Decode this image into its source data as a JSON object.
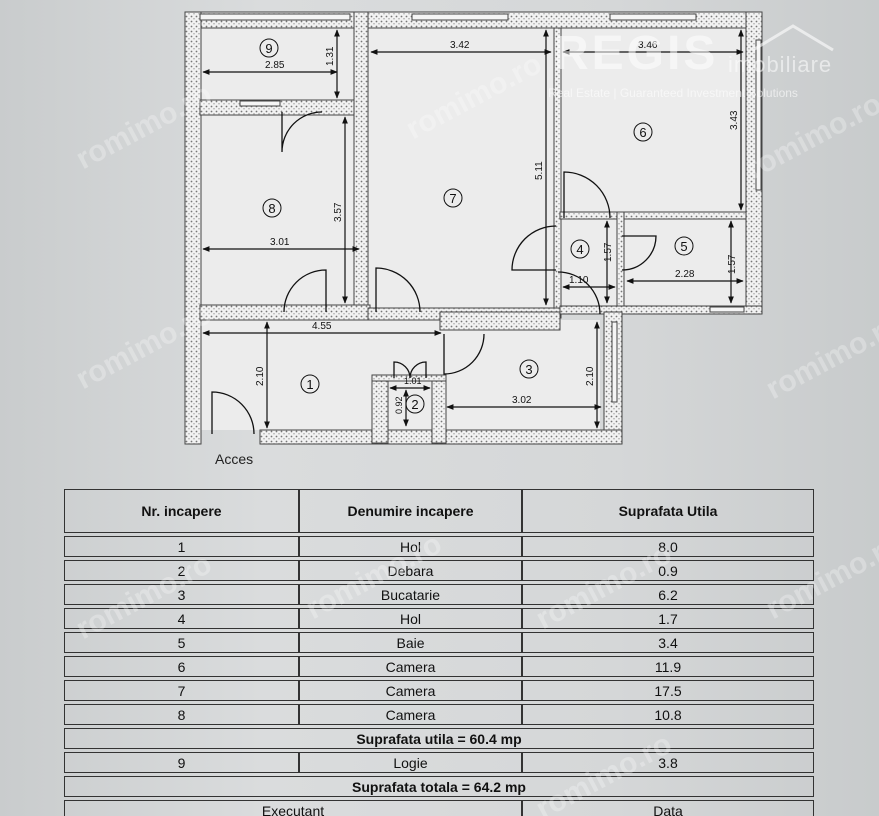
{
  "logo": {
    "brand": "REGIS",
    "subtitle": "imobiliare",
    "tagline": "Real Estate | Guaranteed Investment Solutions"
  },
  "watermark": "romimo.ro",
  "plan": {
    "entrance_label": "Acces",
    "room_numbers": [
      "1",
      "2",
      "3",
      "4",
      "5",
      "6",
      "7",
      "8",
      "9"
    ],
    "dimensions": {
      "r9_w": "2.85",
      "r9_h": "1.31",
      "r7_w": "3.42",
      "r7_h": "5.11",
      "r6_w": "3.46",
      "r6_h": "3.43",
      "r8_w": "3.01",
      "r8_h": "3.57",
      "r4_h": "1.57",
      "r4_w": "1.10",
      "r5_w": "2.28",
      "r5_h": "1.57",
      "r1_w": "4.55",
      "r1_h": "2.10",
      "r2_w": "1.01",
      "r2_h": "0.92",
      "r3_w": "3.02",
      "r3_h": "2.10"
    }
  },
  "table": {
    "headers": [
      "Nr. incapere",
      "Denumire incapere",
      "Suprafata Utila"
    ],
    "rows": [
      [
        "1",
        "Hol",
        "8.0"
      ],
      [
        "2",
        "Debara",
        "0.9"
      ],
      [
        "3",
        "Bucatarie",
        "6.2"
      ],
      [
        "4",
        "Hol",
        "1.7"
      ],
      [
        "5",
        "Baie",
        "3.4"
      ],
      [
        "6",
        "Camera",
        "11.9"
      ],
      [
        "7",
        "Camera",
        "17.5"
      ],
      [
        "8",
        "Camera",
        "10.8"
      ]
    ],
    "subtotal": "Suprafata utila = 60.4 mp",
    "loggia": [
      "9",
      "Logie",
      "3.8"
    ],
    "total": "Suprafata totala = 64.2 mp",
    "footer": [
      "Executant",
      "Data"
    ]
  }
}
